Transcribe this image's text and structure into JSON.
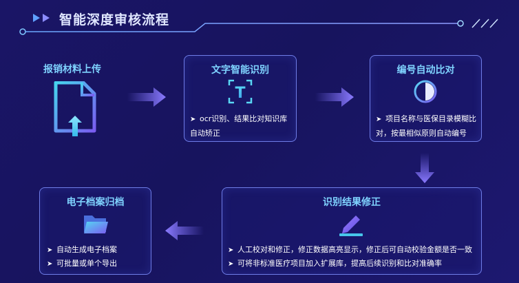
{
  "header": {
    "title": "智能深度审核流程"
  },
  "steps": {
    "upload": {
      "label": "报销材料上传"
    },
    "ocr": {
      "title": "文字智能识别",
      "icon_letter": "T",
      "bullets": [
        "ocr识别、结果比对知识库自动矫正"
      ]
    },
    "numbering": {
      "title": "编号自动比对",
      "bullets": [
        "项目名称与医保目录模糊比对，按最相似原则自动编号"
      ]
    },
    "correction": {
      "title": "识别结果修正",
      "bullets": [
        "人工校对和修正，修正数据高亮显示，修正后可自动校验金额是否一致",
        "可将非标准医疗项目加入扩展库，提高后续识别和比对准确率"
      ]
    },
    "archive": {
      "title": "电子档案归档",
      "bullets": [
        "自动生成电子档案",
        "可批量或单个导出"
      ]
    }
  },
  "colors": {
    "background": "#19156a",
    "card_border": "#6f7de8",
    "title_text": "#7fd3ff",
    "accent_purple": "#7b6cf6",
    "accent_cyan": "#38c8e8"
  }
}
